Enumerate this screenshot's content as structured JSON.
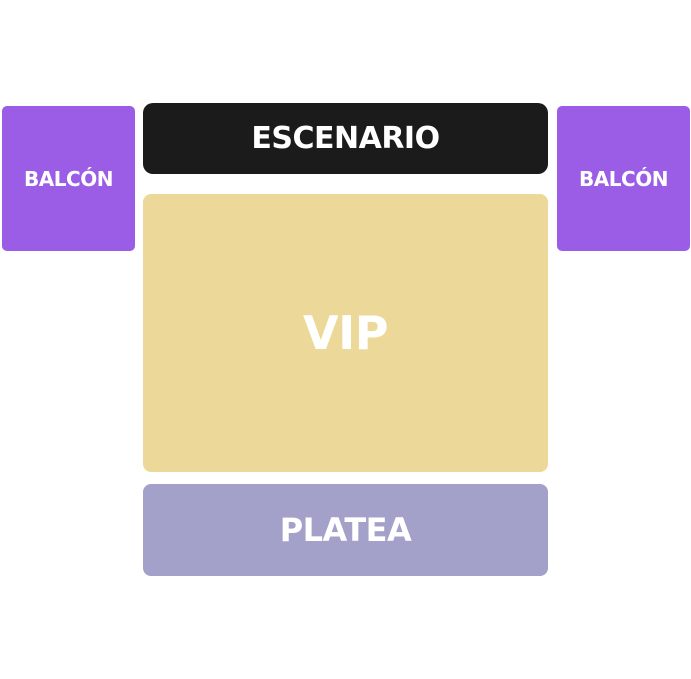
{
  "venue_map": {
    "stage": {
      "label": "ESCENARIO",
      "color": "#1b1b1b"
    },
    "balcony_left": {
      "label": "BALCÓN",
      "color": "#9b5de5"
    },
    "balcony_right": {
      "label": "BALCÓN",
      "color": "#9b5de5"
    },
    "vip": {
      "label": "VIP",
      "color": "#ecd99a"
    },
    "platea": {
      "label": "PLATEA",
      "color": "#a3a0c9"
    }
  }
}
